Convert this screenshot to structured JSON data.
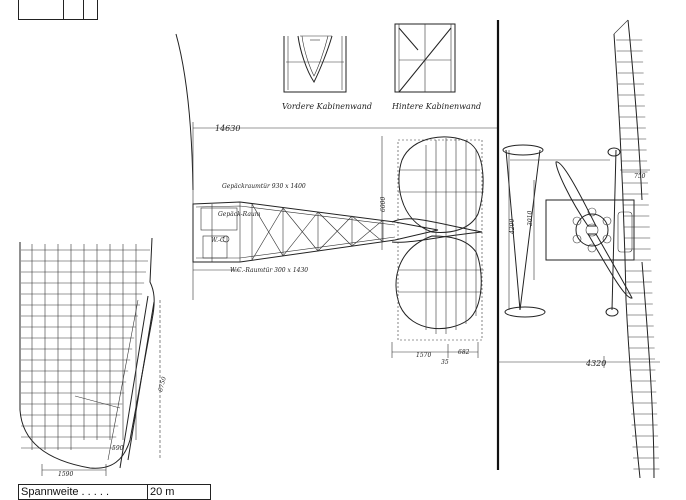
{
  "labels": {
    "front_wall": "Vordere Kabinenwand",
    "rear_wall": "Hintere Kabinenwand",
    "fuselage_length": "14630",
    "baggage_space_1": "Gepäckraumtür 930 x 1400",
    "baggage_space_2": "Gepäck-Raum",
    "wc": "W.-C.",
    "wc_door": "W.C.-Raumtür 300 x 1430",
    "stab_span": "6000",
    "elev_chord": "1570",
    "elev_depth": "682",
    "elev_small": "35",
    "gear_track": "4200",
    "gear_inner": "3010",
    "eng_offset": "750",
    "wing_chord": "4320",
    "wing_len": "8750",
    "tip_chord": "1590",
    "aileron_w": "590"
  },
  "table": {
    "rows": [
      {
        "label": "Spannweite . . . . .",
        "value": "20 m"
      }
    ]
  }
}
